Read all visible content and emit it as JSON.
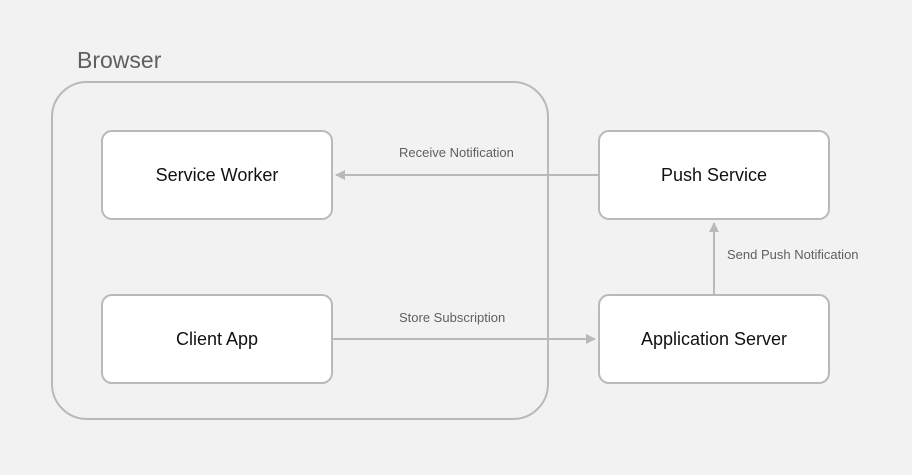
{
  "browser": {
    "title": "Browser"
  },
  "nodes": {
    "service_worker": "Service Worker",
    "client_app": "Client App",
    "push_service": "Push Service",
    "application_server": "Application Server"
  },
  "edges": {
    "receive_notification": "Receive Notification",
    "store_subscription": "Store Subscription",
    "send_push_notification": "Send Push Notification"
  },
  "colors": {
    "background": "#f2f2f2",
    "border": "#b9b9b9",
    "node_fill": "#ffffff",
    "label_text": "#5f5f5f",
    "node_text": "#111111"
  }
}
